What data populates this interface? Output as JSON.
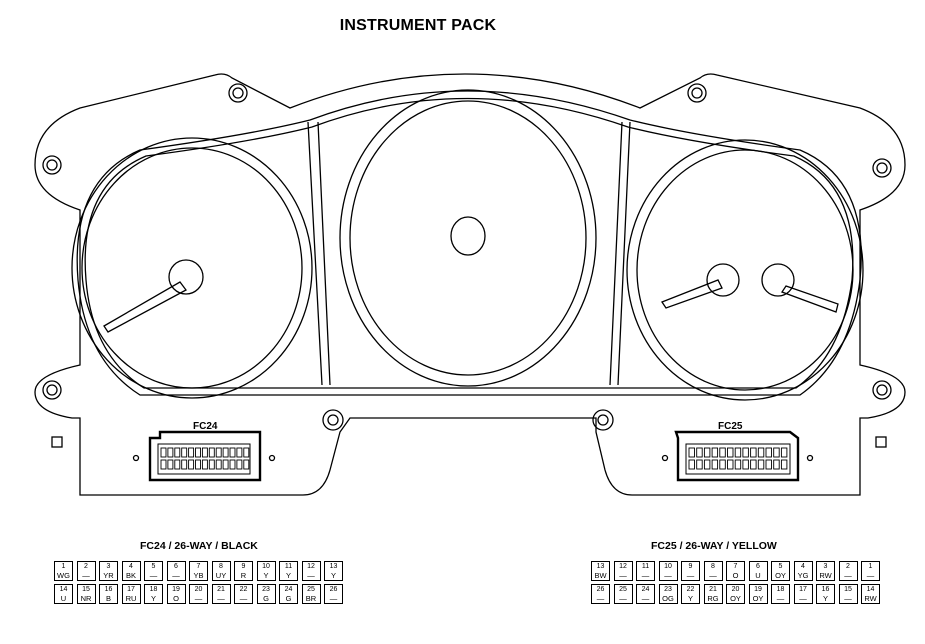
{
  "title": "INSTRUMENT PACK",
  "connectors": {
    "fc24": {
      "label": "FC24",
      "caption": "FC24 / 26-WAY / BLACK",
      "pins": [
        {
          "num": "1",
          "color": "WG"
        },
        {
          "num": "2",
          "color": "—"
        },
        {
          "num": "3",
          "color": "YR"
        },
        {
          "num": "4",
          "color": "BK"
        },
        {
          "num": "5",
          "color": "—"
        },
        {
          "num": "6",
          "color": "—"
        },
        {
          "num": "7",
          "color": "YB"
        },
        {
          "num": "8",
          "color": "UY"
        },
        {
          "num": "9",
          "color": "R"
        },
        {
          "num": "10",
          "color": "Y"
        },
        {
          "num": "11",
          "color": "Y"
        },
        {
          "num": "12",
          "color": "—"
        },
        {
          "num": "13",
          "color": "Y"
        },
        {
          "num": "14",
          "color": "U"
        },
        {
          "num": "15",
          "color": "NR"
        },
        {
          "num": "16",
          "color": "B"
        },
        {
          "num": "17",
          "color": "RU"
        },
        {
          "num": "18",
          "color": "Y"
        },
        {
          "num": "19",
          "color": "O"
        },
        {
          "num": "20",
          "color": "—"
        },
        {
          "num": "21",
          "color": "—"
        },
        {
          "num": "22",
          "color": "—"
        },
        {
          "num": "23",
          "color": "G"
        },
        {
          "num": "24",
          "color": "G"
        },
        {
          "num": "25",
          "color": "BR"
        },
        {
          "num": "26",
          "color": "—"
        }
      ]
    },
    "fc25": {
      "label": "FC25",
      "caption": "FC25 / 26-WAY / YELLOW",
      "pins": [
        {
          "num": "13",
          "color": "BW"
        },
        {
          "num": "12",
          "color": "—"
        },
        {
          "num": "11",
          "color": "—"
        },
        {
          "num": "10",
          "color": "—"
        },
        {
          "num": "9",
          "color": "—"
        },
        {
          "num": "8",
          "color": "—"
        },
        {
          "num": "7",
          "color": "O"
        },
        {
          "num": "6",
          "color": "U"
        },
        {
          "num": "5",
          "color": "OY"
        },
        {
          "num": "4",
          "color": "YG"
        },
        {
          "num": "3",
          "color": "RW"
        },
        {
          "num": "2",
          "color": "—"
        },
        {
          "num": "1",
          "color": "—"
        },
        {
          "num": "26",
          "color": "—"
        },
        {
          "num": "25",
          "color": "—"
        },
        {
          "num": "24",
          "color": "—"
        },
        {
          "num": "23",
          "color": "OG"
        },
        {
          "num": "22",
          "color": "Y"
        },
        {
          "num": "21",
          "color": "RG"
        },
        {
          "num": "20",
          "color": "OY"
        },
        {
          "num": "19",
          "color": "OY"
        },
        {
          "num": "18",
          "color": "—"
        },
        {
          "num": "17",
          "color": "—"
        },
        {
          "num": "16",
          "color": "Y"
        },
        {
          "num": "15",
          "color": "—"
        },
        {
          "num": "14",
          "color": "RW"
        }
      ]
    }
  }
}
